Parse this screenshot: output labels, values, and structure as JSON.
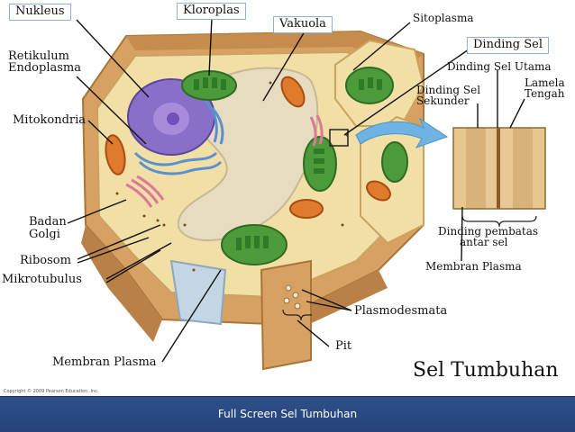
{
  "diagram": {
    "title": "Sel Tumbuhan",
    "labels": {
      "nukleus": "Nukleus",
      "kloroplas": "Kloroplas",
      "vakuola": "Vakuola",
      "sitoplasma": "Sitoplasma",
      "dinding_sel": "Dinding Sel",
      "retikulum_1": "Retikulum",
      "retikulum_2": "Endoplasma",
      "mitokondria": "Mitokondria",
      "dinding_sel_utama": "Dinding Sel Utama",
      "dinding_sel_sekunder_1": "Dinding Sel",
      "dinding_sel_sekunder_2": "Sekunder",
      "lamela_tengah_1": "Lamela",
      "lamela_tengah_2": "Tengah",
      "badan_golgi_1": "Badan",
      "badan_golgi_2": "Golgi",
      "ribosom": "Ribosom",
      "mikrotubulus": "Mikrotubulus",
      "dinding_pembatas_1": "Dinding pembatas",
      "dinding_pembatas_2": "antar sel",
      "membran_plasma_right": "Membran Plasma",
      "plasmodesmata": "Plasmodesmata",
      "pit": "Pit",
      "membran_plasma_bottom": "Membran Plasma"
    },
    "copyright": "Copyright © 2009 Pearson Education, Inc."
  },
  "footer": {
    "caption": "Full Screen Sel Tumbuhan"
  },
  "colors": {
    "cell_wall": "#d6a163",
    "cytoplasm": "#f2dfa6",
    "vacuole": "#e8dcc0",
    "nucleus": "#8a6fc9",
    "chloroplast": "#4c9a3a",
    "mitochondria": "#e07a2c",
    "er": "#5a8fd0",
    "golgi": "#d97a9a",
    "footer": "#2f4f8a",
    "arrow": "#6fb3e4"
  }
}
